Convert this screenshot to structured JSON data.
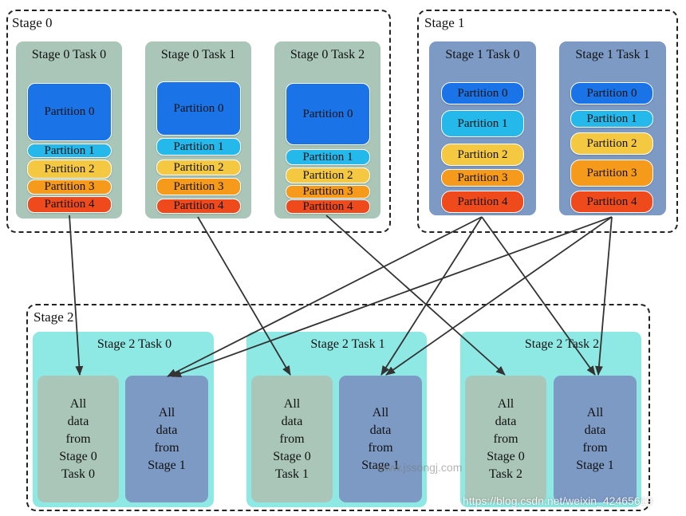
{
  "stage0": {
    "label": "Stage 0",
    "tasks": [
      {
        "title": "Stage 0  Task 0",
        "partitions": [
          "Partition 0",
          "Partition 1",
          "Partition 2",
          "Partition 3",
          "Partition 4"
        ]
      },
      {
        "title": "Stage 0  Task  1",
        "partitions": [
          "Partition 0",
          "Partition 1",
          "Partition 2",
          "Partition 3",
          "Partition 4"
        ]
      },
      {
        "title": "Stage 0  Task 2",
        "partitions": [
          "Partition 0",
          "Partition 1",
          "Partition 2",
          "Partition 3",
          "Partition 4"
        ]
      }
    ]
  },
  "stage1": {
    "label": "Stage 1",
    "tasks": [
      {
        "title": "Stage 1  Task 0",
        "partitions": [
          "Partition 0",
          "Partition 1",
          "Partition 2",
          "Partition 3",
          "Partition 4"
        ]
      },
      {
        "title": "Stage 1  Task 1",
        "partitions": [
          "Partition 0",
          "Partition 1",
          "Partition 2",
          "Partition 3",
          "Partition 4"
        ]
      }
    ]
  },
  "stage2": {
    "label": "Stage 2",
    "tasks": [
      {
        "title": "Stage 2  Task 0",
        "left_box": "All\ndata\nfrom\nStage 0\nTask 0",
        "right_box": "All\ndata\nfrom\nStage 1"
      },
      {
        "title": "Stage 2  Task  1",
        "left_box": "All\ndata\nfrom\nStage 0\nTask 1",
        "right_box": "All\ndata\nfrom\nStage 1"
      },
      {
        "title": "Stage 2  Task 2",
        "left_box": "All\ndata\nfrom\nStage 0\nTask 2",
        "right_box": "All\ndata\nfrom\nStage 1"
      }
    ]
  },
  "watermarks": {
    "center": "www.jssongj.com",
    "url": "https://blog.csdn.net/weixin_42465619"
  },
  "colors": {
    "stage0_task_bg": "#a9c6b8",
    "stage1_task_bg": "#7c9ac4",
    "stage2_task_bg": "#8ee9e5",
    "stage0_data_box": "#a9c6b8",
    "stage1_data_box": "#7c9ac4",
    "partition_0": "#1a74e8",
    "partition_1": "#25b8ea",
    "partition_2": "#f5c841",
    "partition_3": "#f69a1c",
    "partition_4": "#ee4a1c",
    "arrow": "#333333"
  }
}
